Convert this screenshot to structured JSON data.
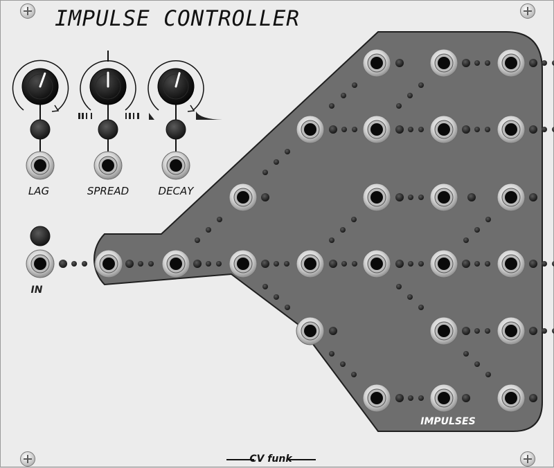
{
  "title": "IMPULSE CONTROLLER",
  "knobs": {
    "lag": {
      "label": "LAG"
    },
    "spread": {
      "label": "SPREAD"
    },
    "decay": {
      "label": "DECAY"
    }
  },
  "input": {
    "label": "IN"
  },
  "section_label": "IMPULSES",
  "brand": "CV funk",
  "colors": {
    "panel": "#ececec",
    "shape_fill": "#6e6e6e",
    "light": "#2c2c2c",
    "knob": "#151515"
  }
}
